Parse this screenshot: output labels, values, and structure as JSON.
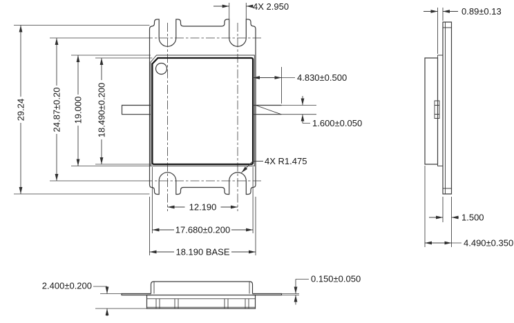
{
  "drawing": {
    "type": "mechanical package outline drawing",
    "views": {
      "top_view_name": "top view",
      "side_view_name": "right side view",
      "front_view_name": "front view"
    },
    "colors": {
      "line": "#3a3a3a",
      "accent": "#161616",
      "background": "#ffffff"
    },
    "dims": {
      "slot_width": "4X 2.950",
      "step_thickness": "0.89±0.13",
      "lead_length": "4.830±0.500",
      "lead_width": "1.600±0.050",
      "slot_radius": "4X R1.475",
      "overall_height": "29.24",
      "slot_center_height": "24.87±0.20",
      "pedestal_height": "19.000",
      "lid_height": "18.490±0.200",
      "slot_center_spacing": "12.190",
      "lid_width": "17.680±0.200",
      "base_width": "18.190 BASE",
      "flange_thickness": "1.500",
      "overall_thickness": "4.490±0.350",
      "base_thickness": "2.400±0.200",
      "lead_thickness": "0.150±0.050"
    }
  }
}
